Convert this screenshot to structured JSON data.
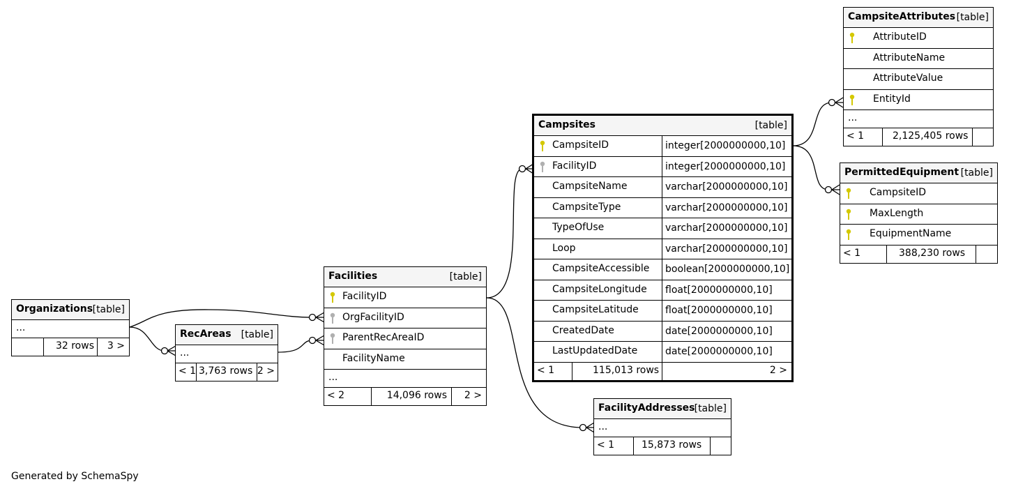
{
  "footer": "Generated by SchemaSpy",
  "colors": {
    "primary_key": "#d4c800",
    "foreign_key": "#b0b0b0",
    "header_bg": "#f5f5f5",
    "line": "#000000"
  },
  "tables": {
    "organizations": {
      "name": "Organizations",
      "kind": "[table]",
      "ellipsis": "...",
      "foot": {
        "left": "",
        "rows": "32 rows",
        "right": "3 >"
      }
    },
    "recareas": {
      "name": "RecAreas",
      "kind": "[table]",
      "ellipsis": "...",
      "foot": {
        "left": "< 1",
        "rows": "3,763 rows",
        "right": "2 >"
      }
    },
    "facilities": {
      "name": "Facilities",
      "kind": "[table]",
      "ellipsis": "...",
      "columns": [
        {
          "name": "FacilityID",
          "key": "primary"
        },
        {
          "name": "OrgFacilityID",
          "key": "foreign"
        },
        {
          "name": "ParentRecAreaID",
          "key": "foreign"
        },
        {
          "name": "FacilityName",
          "key": "none"
        }
      ],
      "foot": {
        "left": "< 2",
        "rows": "14,096 rows",
        "right": "2 >"
      }
    },
    "campsites": {
      "name": "Campsites",
      "kind": "[table]",
      "columns": [
        {
          "name": "CampsiteID",
          "type": "integer[2000000000,10]",
          "key": "primary"
        },
        {
          "name": "FacilityID",
          "type": "integer[2000000000,10]",
          "key": "foreign"
        },
        {
          "name": "CampsiteName",
          "type": "varchar[2000000000,10]",
          "key": "none"
        },
        {
          "name": "CampsiteType",
          "type": "varchar[2000000000,10]",
          "key": "none"
        },
        {
          "name": "TypeOfUse",
          "type": "varchar[2000000000,10]",
          "key": "none"
        },
        {
          "name": "Loop",
          "type": "varchar[2000000000,10]",
          "key": "none"
        },
        {
          "name": "CampsiteAccessible",
          "type": "boolean[2000000000,10]",
          "key": "none"
        },
        {
          "name": "CampsiteLongitude",
          "type": "float[2000000000,10]",
          "key": "none"
        },
        {
          "name": "CampsiteLatitude",
          "type": "float[2000000000,10]",
          "key": "none"
        },
        {
          "name": "CreatedDate",
          "type": "date[2000000000,10]",
          "key": "none"
        },
        {
          "name": "LastUpdatedDate",
          "type": "date[2000000000,10]",
          "key": "none"
        }
      ],
      "foot": {
        "left": "< 1",
        "rows": "115,013 rows",
        "right": "2 >"
      }
    },
    "facilityaddresses": {
      "name": "FacilityAddresses",
      "kind": "[table]",
      "ellipsis": "...",
      "foot": {
        "left": "< 1",
        "rows": "15,873 rows",
        "right": ""
      }
    },
    "campsiteattributes": {
      "name": "CampsiteAttributes",
      "kind": "[table]",
      "ellipsis": "...",
      "columns": [
        {
          "name": "AttributeID",
          "key": "primary"
        },
        {
          "name": "AttributeName",
          "key": "none"
        },
        {
          "name": "AttributeValue",
          "key": "none"
        },
        {
          "name": "EntityId",
          "key": "primary"
        }
      ],
      "foot": {
        "left": "< 1",
        "rows": "2,125,405 rows",
        "right": ""
      }
    },
    "permittedequipment": {
      "name": "PermittedEquipment",
      "kind": "[table]",
      "columns": [
        {
          "name": "CampsiteID",
          "key": "primary"
        },
        {
          "name": "MaxLength",
          "key": "primary"
        },
        {
          "name": "EquipmentName",
          "key": "primary"
        }
      ],
      "foot": {
        "left": "< 1",
        "rows": "388,230 rows",
        "right": ""
      }
    }
  }
}
